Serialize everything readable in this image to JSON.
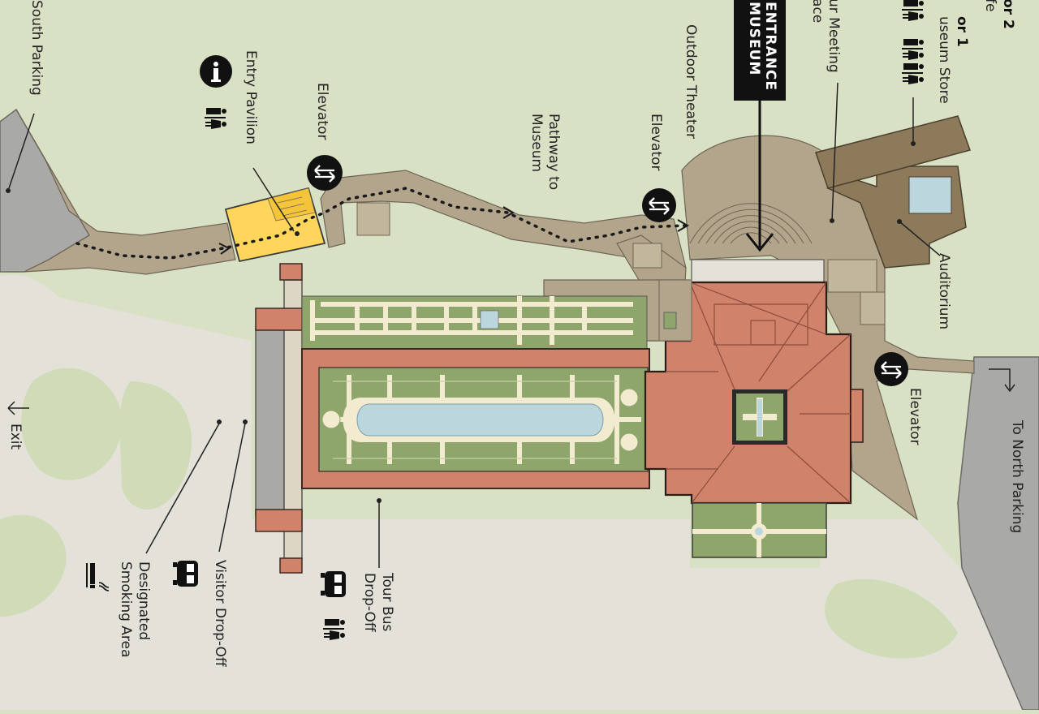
{
  "colors": {
    "background": "#d9e1c5",
    "road": "#e3e1d8",
    "path_area": "#b2a58c",
    "auditorium": "#8c7a5b",
    "museum_building": "#d0826a",
    "garden": "#8ea56b",
    "pool": "#bcd6dd",
    "parking": "#a9a9a7",
    "entry_pavilion": "#ffd65b",
    "garden_path": "#f3ebd0"
  },
  "labels": {
    "south_parking": "South Parking",
    "entry_pavilion": "Entry Pavilion",
    "elevator_left": "Elevator",
    "pathway_to_museum": [
      "Pathway to",
      "Museum"
    ],
    "elevator_center": "Elevator",
    "outdoor_theater": "Outdoor Theater",
    "museum_entrance": [
      "MUSEUM",
      "ENTRANCE"
    ],
    "tour_meeting": [
      "ur Meeting",
      "ace"
    ],
    "floor_2": "or 2",
    "cafe": "fe",
    "floor_1": "or 1",
    "museum_store": "useum Store",
    "auditorium": "Auditorium",
    "elevator_right": "Elevator",
    "to_north_parking": "To North Parking",
    "exit": "Exit",
    "designated_smoking_area": [
      "Designated",
      "Smoking Area"
    ],
    "visitor_drop_off": "Visitor Drop-Off",
    "tour_bus_drop_off": [
      "Tour Bus",
      "Drop-Off"
    ]
  },
  "icons": {
    "info": "information-icon",
    "restroom": "restroom-icon",
    "elevator": "elevator-icon",
    "bus": "bus-icon",
    "smoking": "smoking-icon",
    "arrow": "exit-arrow-icon"
  }
}
